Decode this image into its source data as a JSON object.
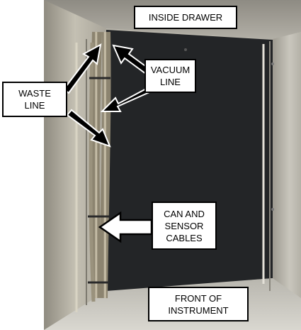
{
  "labels": {
    "inside_drawer": "INSIDE DRAWER",
    "vacuum_line": [
      "VACUUM",
      "LINE"
    ],
    "waste_line": [
      "WASTE",
      "LINE"
    ],
    "can_sensor": [
      "CAN AND",
      "SENSOR",
      "CABLES"
    ],
    "front": [
      "FRONT OF",
      "INSTRUMENT"
    ]
  },
  "colors": {
    "arrow_fill": "#000000",
    "arrow_outline": "#ffffff",
    "label_border": "#000000",
    "label_bg": "#ffffff",
    "drawer_back": "#222426",
    "drawer_wall": "#b9b6ac",
    "drawer_floor": "#cfcdc5"
  }
}
